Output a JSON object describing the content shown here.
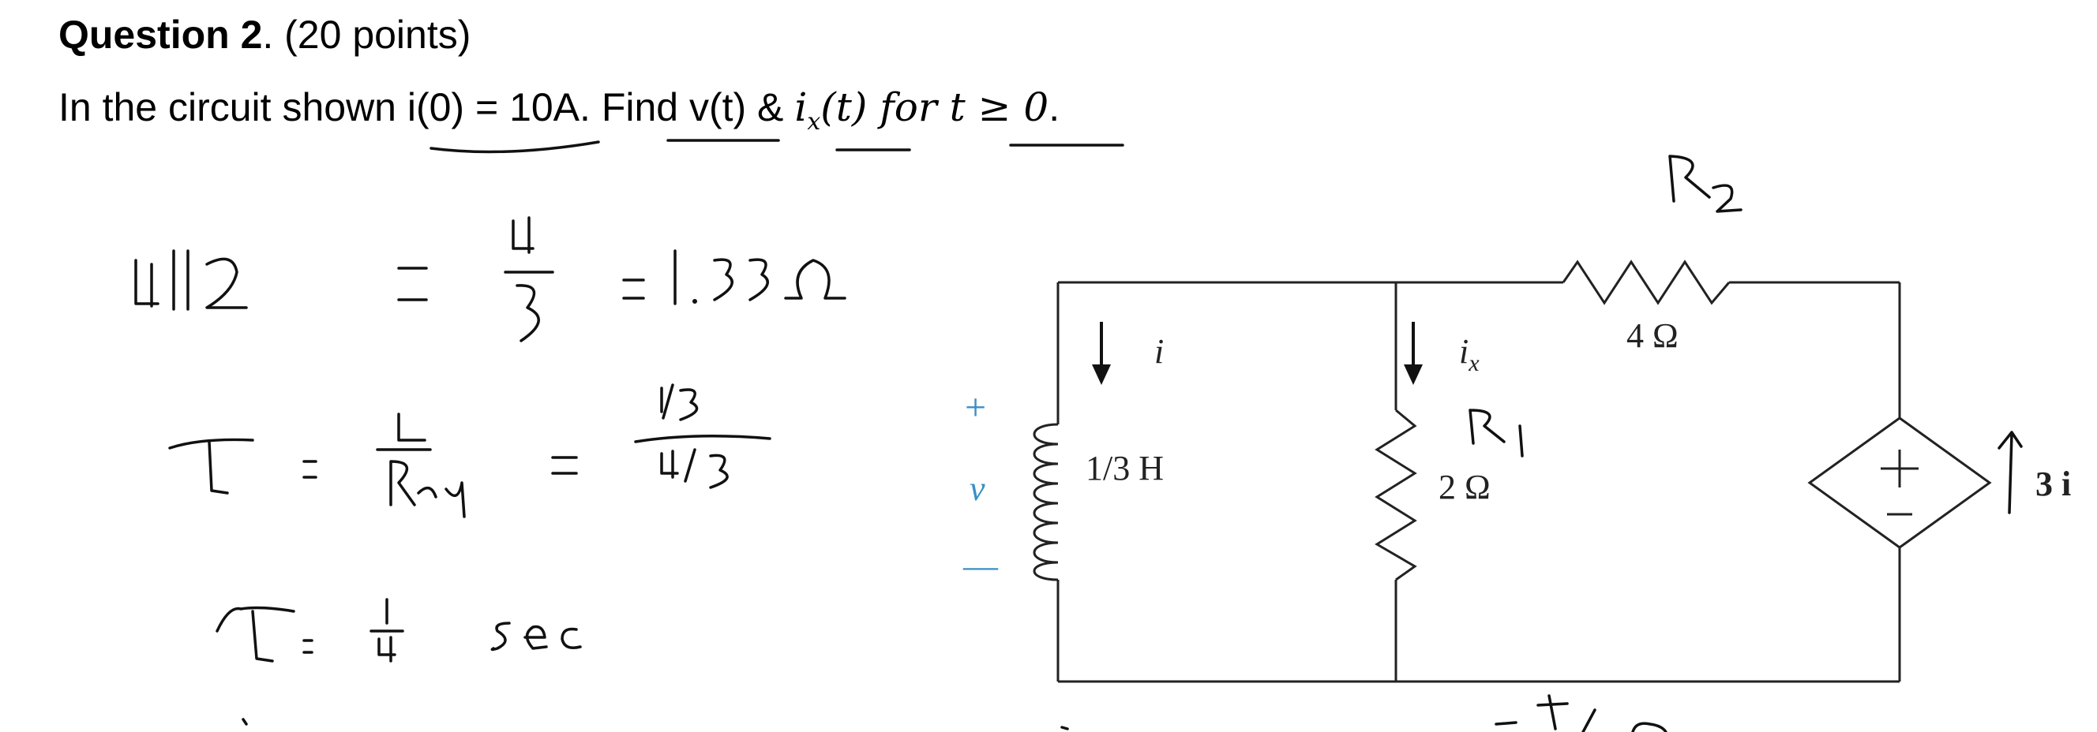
{
  "question": {
    "title_bold": "Question 2",
    "title_rest": ". (20 points)",
    "prompt_prefix": "In the circuit shown i(0) = 10A. Find v(t) & ",
    "prompt_math_i": "i",
    "prompt_math_sub": "x",
    "prompt_math_rest": "(t) for t ≥ 0",
    "prompt_end": "."
  },
  "circuit": {
    "inductor_label": "1/3 H",
    "resistor1_label": "2 Ω",
    "resistor2_label": "4 Ω",
    "current_i": "i",
    "current_ix_main": "i",
    "current_ix_sub": "x",
    "voltage_plus": "+",
    "voltage_v": "v",
    "voltage_minus": "—",
    "source_plus": "+",
    "source_minus": "−",
    "source_label": "3 i",
    "handwritten_r1": "R 1",
    "handwritten_r2": "R 2"
  },
  "handwritten_work": {
    "line1": "4||2 = 4/3 = 1.33Ω",
    "line2": "τ = L/Req = (1/3)/(4/3)",
    "line3": "τ = 1/4 sec",
    "bottom_fragment": "−t/τ"
  },
  "colors": {
    "text": "#000000",
    "voltage_label": "#3a8fc7",
    "ink": "#111111",
    "wire": "#222222"
  }
}
